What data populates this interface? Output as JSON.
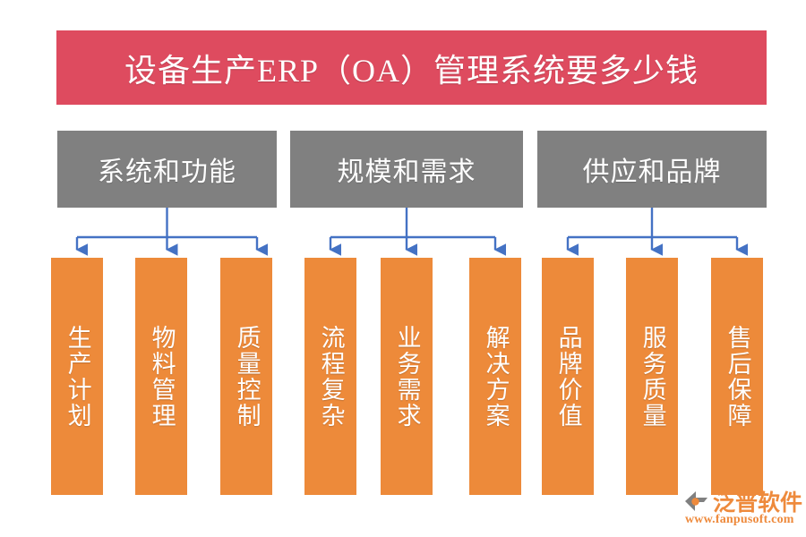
{
  "diagram": {
    "title": "设备生产ERP（OA）管理系统要多少钱",
    "title_bg_color": "#DE4B5F",
    "category_bg_color": "#808080",
    "leaf_bg_color": "#ED8A3A",
    "connector_color": "#4472C4",
    "text_color": "#FFFFFF",
    "categories": [
      {
        "label": "系统和功能",
        "leaves": [
          {
            "label": "生产计划"
          },
          {
            "label": "物料管理"
          },
          {
            "label": "质量控制"
          }
        ]
      },
      {
        "label": "规模和需求",
        "leaves": [
          {
            "label": "流程复杂"
          },
          {
            "label": "业务需求"
          },
          {
            "label": "解决方案"
          }
        ]
      },
      {
        "label": "供应和品牌",
        "leaves": [
          {
            "label": "品牌价值"
          },
          {
            "label": "服务质量"
          },
          {
            "label": "售后保障"
          }
        ]
      }
    ]
  },
  "logo": {
    "name": "泛普软件",
    "url": "www.fanpusoft.com",
    "color": "#EE8A3C",
    "mark_color": "#808080"
  }
}
